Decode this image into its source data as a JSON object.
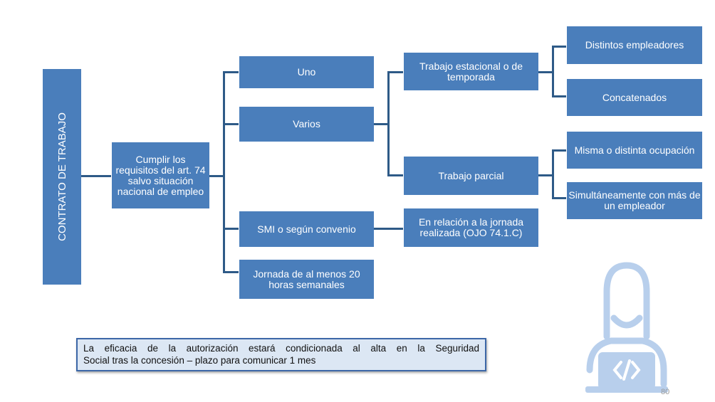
{
  "diagram": {
    "root": "CONTRATO DE TRABAJO",
    "main_condition": "Cumplir los requisitos del art. 74 salvo situación nacional de empleo",
    "branches": {
      "uno": "Uno",
      "varios": "Varios",
      "smi": "SMI o según convenio",
      "jornada": "Jornada de al menos 20 horas semanales"
    },
    "varios_children": {
      "estacional": "Trabajo estacional o de temporada",
      "parcial": "Trabajo parcial"
    },
    "estacional_children": {
      "distintos": "Distintos empleadores",
      "concatenados": "Concatenados"
    },
    "parcial_children": {
      "misma": "Misma o distinta ocupación",
      "simultaneamente": "Simultáneamente con más de un empleador"
    },
    "smi_child": "En relación a la jornada realizada (OJO 74.1.C)"
  },
  "note": {
    "line1": "La eficacia de la autorización estará condicionada al alta en la Seguridad",
    "line2": "Social tras la concesión – plazo para comunicar 1 mes"
  },
  "page_number": "80",
  "icons": [
    "person-laptop-icon"
  ],
  "colors": {
    "box": "#4a7ebb",
    "connector": "#2e5a87",
    "note_bg": "#dce7f4",
    "icon": "#b8cfec"
  }
}
